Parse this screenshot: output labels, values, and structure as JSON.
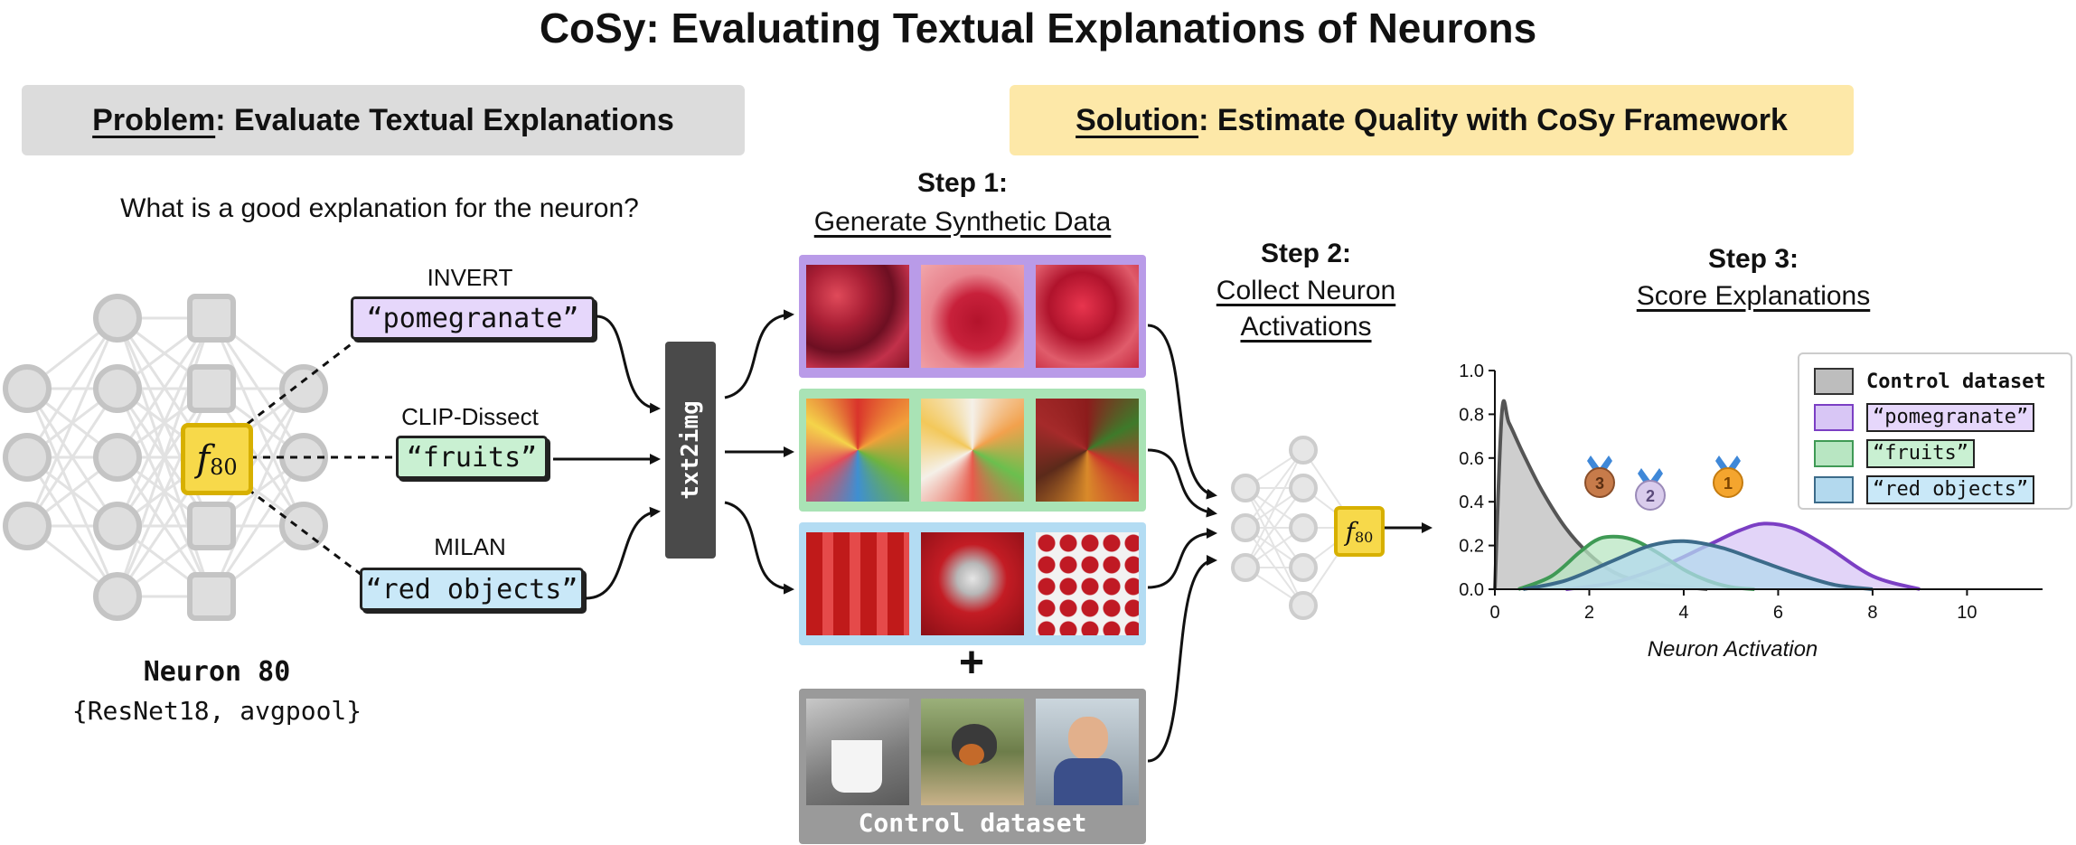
{
  "title": "CoSy: Evaluating Textual Explanations of Neurons",
  "problem": {
    "key": "Problem",
    "rest": ": Evaluate Textual Explanations",
    "color": "#dcdcdc"
  },
  "solution": {
    "key": "Solution",
    "rest": ": Estimate Quality with CoSy Framework",
    "color": "#fde8a8"
  },
  "question": "What is a good explanation for the neuron?",
  "neuron": {
    "label": "Neuron 80",
    "context": "{ResNet18, avgpool}",
    "symbol": "f",
    "subscript": "80"
  },
  "explanations": [
    {
      "method": "INVERT",
      "text": "“pomegranate”",
      "color": "#e6d7fb"
    },
    {
      "method": "CLIP-Dissect",
      "text": "“fruits”",
      "color": "#c9f0d2"
    },
    {
      "method": "MILAN",
      "text": "“red objects”",
      "color": "#c9e8f8"
    }
  ],
  "txt2img": "txt2img",
  "step1": {
    "head": "Step 1:",
    "sub": "Generate Synthetic Data"
  },
  "step2": {
    "head": "Step 2:",
    "sub1": "Collect Neuron",
    "sub2": "Activations"
  },
  "step3": {
    "head": "Step 3:",
    "sub": "Score Explanations"
  },
  "plus": "+",
  "control_label": "Control dataset",
  "panel_colors": {
    "pomegranate": "#b99be8",
    "fruits": "#a9e3b5",
    "red": "#b3dcf3",
    "control": "#9a9a9a"
  },
  "ranks": [
    "3",
    "2",
    "1"
  ],
  "chart_data": {
    "type": "area",
    "xlabel": "Neuron Activation",
    "ylabel": "",
    "xlim": [
      0,
      11.6
    ],
    "ylim": [
      0,
      1.0
    ],
    "xticks": [
      0,
      2,
      4,
      6,
      8,
      10
    ],
    "yticks": [
      0.0,
      0.2,
      0.4,
      0.6,
      0.8,
      1.0
    ],
    "grid": false,
    "legend_position": "top-right",
    "series": [
      {
        "name": "Control dataset",
        "color": "#555555",
        "fill": "#bdbdbd",
        "x": [
          0,
          0.15,
          0.3,
          0.6,
          1.0,
          1.5,
          2.0,
          2.5,
          3.0,
          3.5,
          4.0,
          4.5
        ],
        "y": [
          0.0,
          0.81,
          0.76,
          0.62,
          0.45,
          0.28,
          0.16,
          0.08,
          0.04,
          0.02,
          0.01,
          0.0
        ]
      },
      {
        "name": "“pomegranate”",
        "color": "#7b3fc4",
        "fill": "#d8c6f5",
        "x": [
          1.5,
          2.5,
          3.5,
          4.5,
          5.2,
          5.7,
          6.3,
          7.0,
          8.0,
          9.0
        ],
        "y": [
          0.0,
          0.03,
          0.1,
          0.2,
          0.27,
          0.3,
          0.28,
          0.2,
          0.06,
          0.0
        ]
      },
      {
        "name": "“fruits”",
        "color": "#3f9a55",
        "fill": "#b8e6c2",
        "x": [
          0.5,
          1.2,
          1.8,
          2.2,
          2.6,
          3.0,
          3.5,
          4.0,
          4.5,
          5.0,
          5.5
        ],
        "y": [
          0.0,
          0.06,
          0.17,
          0.23,
          0.24,
          0.22,
          0.16,
          0.09,
          0.04,
          0.01,
          0.0
        ]
      },
      {
        "name": "“red objects”",
        "color": "#3c6b8a",
        "fill": "#b3d9ee",
        "x": [
          0.6,
          1.5,
          2.5,
          3.3,
          4.0,
          4.8,
          5.6,
          6.4,
          7.2,
          8.0
        ],
        "y": [
          0.0,
          0.04,
          0.13,
          0.2,
          0.22,
          0.19,
          0.13,
          0.07,
          0.02,
          0.0
        ]
      }
    ]
  }
}
